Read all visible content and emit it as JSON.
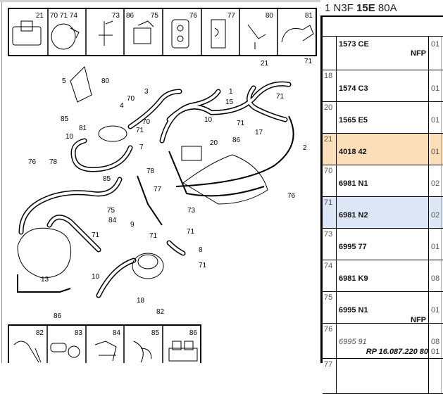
{
  "header": {
    "title_prefix": "1 N3F",
    "title_bold": "15E",
    "title_suffix": "80A"
  },
  "rows": [
    {
      "ref": "",
      "part": "1573 CE",
      "qty": "01",
      "note": "NFP",
      "highlight": ""
    },
    {
      "ref": "18",
      "part": "1574 C3",
      "qty": "01",
      "note": "",
      "highlight": ""
    },
    {
      "ref": "20",
      "part": "1565 E5",
      "qty": "01",
      "note": "",
      "highlight": ""
    },
    {
      "ref": "21",
      "part": "4018 42",
      "qty": "01",
      "note": "",
      "highlight": "#fbdfb8"
    },
    {
      "ref": "70",
      "part": "6981 N1",
      "qty": "02",
      "note": "",
      "highlight": ""
    },
    {
      "ref": "71",
      "part": "6981 N2",
      "qty": "02",
      "note": "",
      "highlight": "#dde6f6"
    },
    {
      "ref": "73",
      "part": "6995 77",
      "qty": "01",
      "note": "",
      "highlight": ""
    },
    {
      "ref": "74",
      "part": "6981 K9",
      "qty": "08",
      "note": "",
      "highlight": ""
    },
    {
      "ref": "75",
      "part": "6995 N1",
      "qty": "01",
      "note": "NFP",
      "highlight": ""
    },
    {
      "ref": "76",
      "part": "6995 91",
      "qty": "08",
      "note": "RP 16.087.220 80",
      "qty2": "01",
      "highlight": ""
    },
    {
      "ref": "77",
      "part": "",
      "qty": "",
      "note": "",
      "highlight": ""
    }
  ],
  "diagram": {
    "top_strip": [
      "21",
      "70 71 74",
      "73",
      "86",
      "75",
      "76",
      "77",
      "80",
      "81"
    ],
    "bottom_strip": [
      "82",
      "83",
      "84",
      "85",
      "86"
    ],
    "callouts": [
      "5",
      "80",
      "70",
      "3",
      "4",
      "85",
      "81",
      "10",
      "70",
      "71",
      "7",
      "10",
      "20",
      "86",
      "1",
      "21",
      "71",
      "15",
      "71",
      "71",
      "17",
      "2",
      "76",
      "78",
      "85",
      "78",
      "77",
      "76",
      "75",
      "73",
      "9",
      "84",
      "71",
      "71",
      "71",
      "8",
      "71",
      "10",
      "13",
      "18",
      "82",
      "86"
    ]
  }
}
